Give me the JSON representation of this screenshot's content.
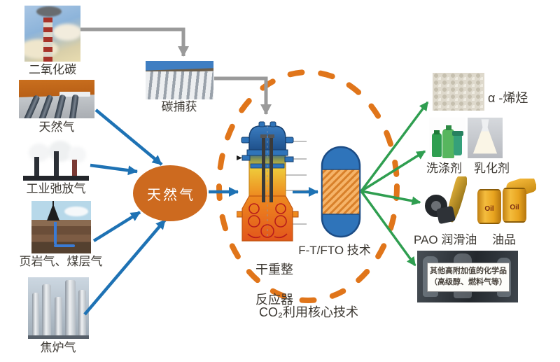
{
  "colors": {
    "arrow_blue": "#1e72b4",
    "arrow_green": "#2f9e50",
    "arrow_gray": "#9a9a9a",
    "dash_orange": "#e0751a",
    "hub_orange": "#cd6a1f"
  },
  "sources": [
    {
      "label": "二氧化碳"
    },
    {
      "label": "天然气"
    },
    {
      "label": "工业弛放气"
    },
    {
      "label": "页岩气、煤层气"
    },
    {
      "label": "焦炉气"
    }
  ],
  "capture": {
    "label": "碳捕获"
  },
  "hub": {
    "label": "天然气"
  },
  "core": {
    "reactor_line1": "干重整",
    "reactor_line2": "反应器",
    "ft_label": "F-T/FTO 技术",
    "caption": "CO₂利用核心技术"
  },
  "products": {
    "alpha": {
      "label": "α -烯烃"
    },
    "detergent": {
      "label": "洗涤剂　乳化剂"
    },
    "pao": {
      "label": "PAO 润滑油　 油品"
    },
    "other": {
      "line1": "其他高附加值的化学品",
      "line2": "（高级醇、燃料气等）"
    }
  },
  "barrels": {
    "text": "Oil"
  }
}
